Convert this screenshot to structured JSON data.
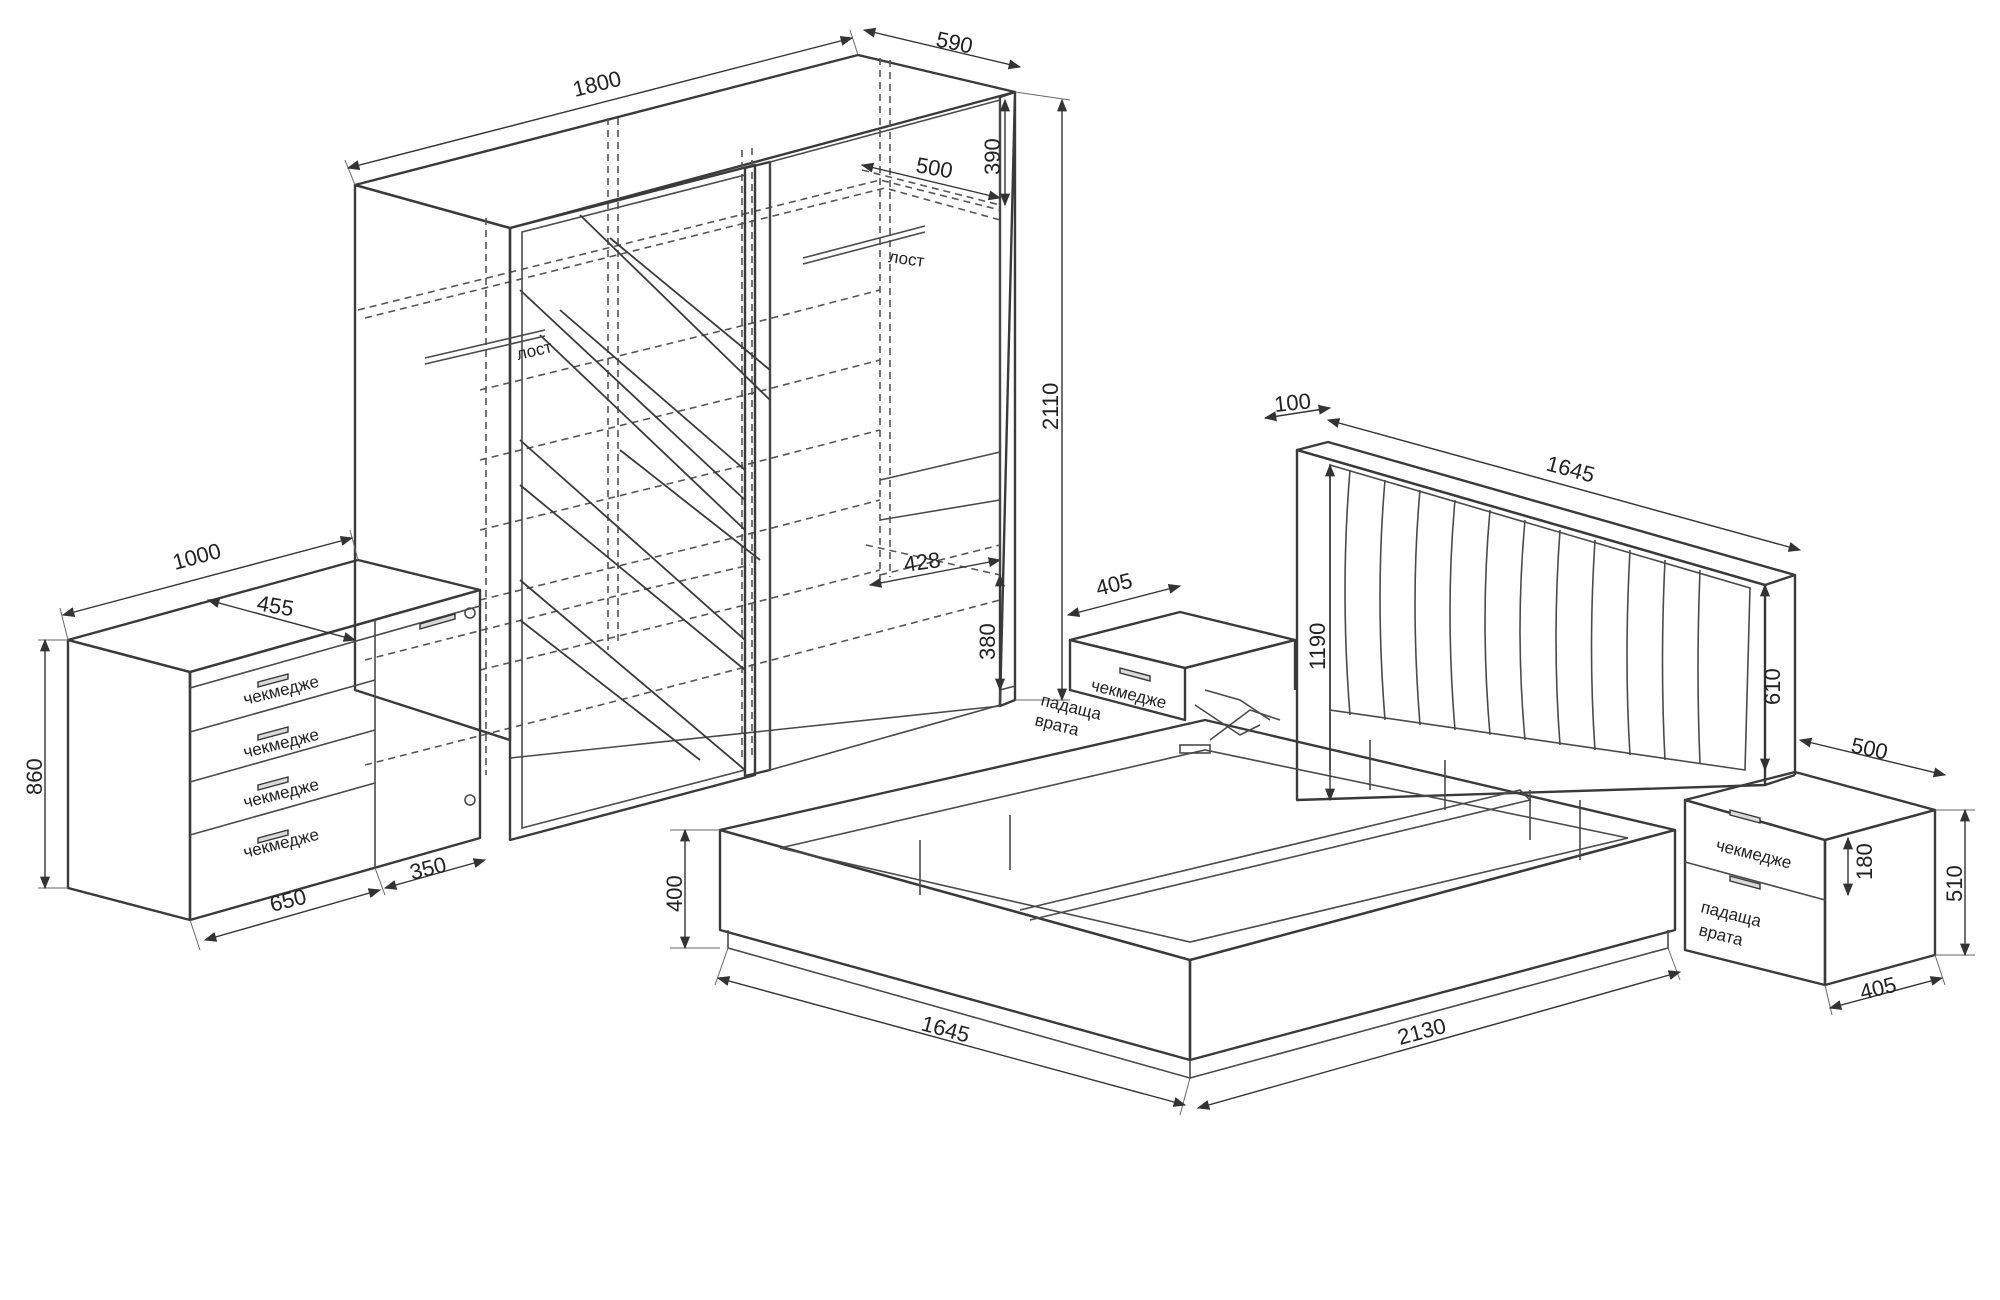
{
  "wardrobe": {
    "width": "1800",
    "depth": "590",
    "height": "2110",
    "top_shelf": "390",
    "shelf_depth": "500",
    "lower_shelf_depth": "428",
    "bottom_section": "380",
    "rail_label_left": "лост",
    "rail_label_right": "лост"
  },
  "chest": {
    "width": "1000",
    "depth": "455",
    "height": "860",
    "drawer_section": "650",
    "door_section": "350",
    "drawer_labels": [
      "чекмедже",
      "чекмедже",
      "чекмедже",
      "чекмедже"
    ]
  },
  "nightstand_left": {
    "width": "405",
    "drawer_label": "чекмедже",
    "door_label_1": "падаща",
    "door_label_2": "врата"
  },
  "bed": {
    "headboard_thickness": "100",
    "headboard_width": "1645",
    "headboard_height": "1190",
    "panel_height": "610",
    "frame_height": "400",
    "width": "1645",
    "length": "2130"
  },
  "nightstand_right": {
    "depth": "500",
    "height": "510",
    "drawer_height": "180",
    "width": "405",
    "drawer_label": "чекмедже",
    "door_label_1": "падаща",
    "door_label_2": "врата"
  }
}
